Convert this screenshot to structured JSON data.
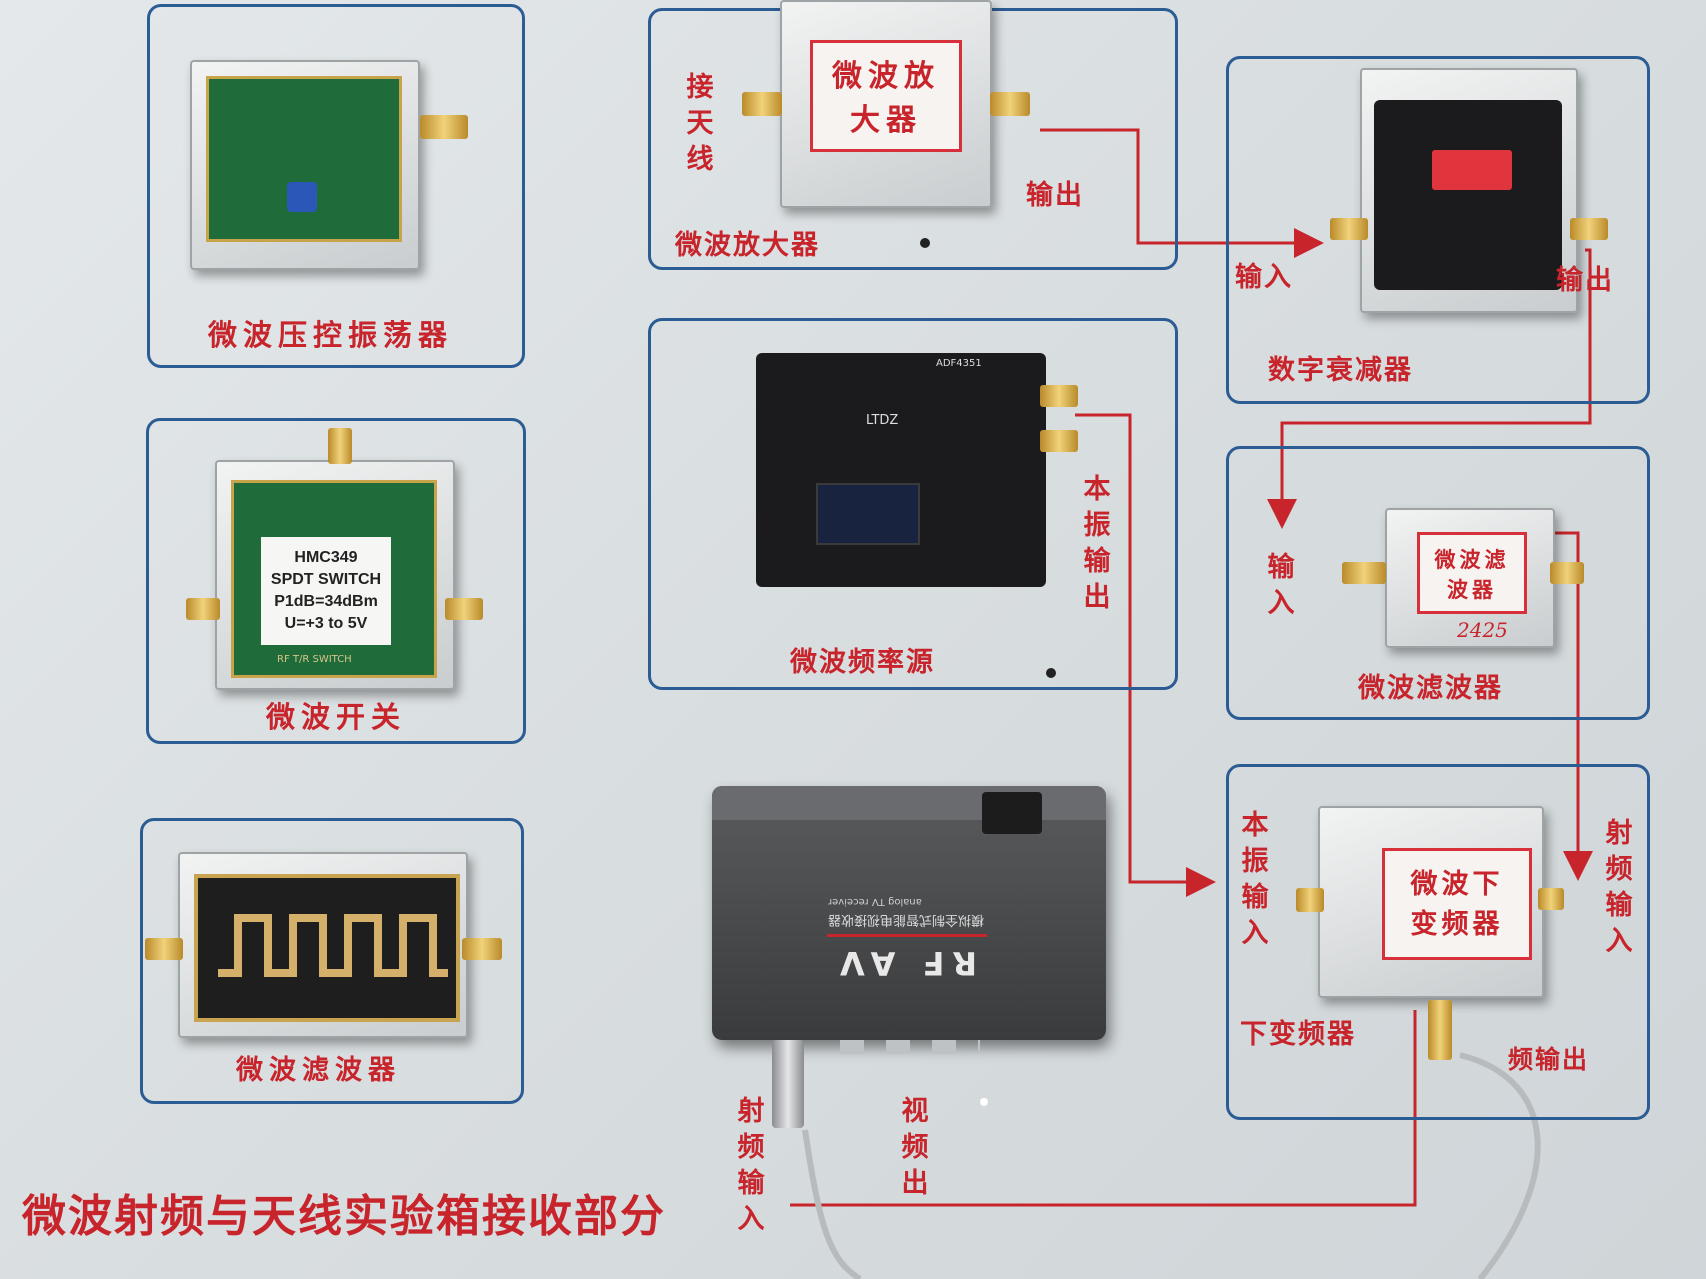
{
  "modules": {
    "vco": {
      "label": "微波压控振荡器"
    },
    "amplifier": {
      "label": "微波放大器",
      "plate": "微波放大器",
      "port_in": "接天线",
      "port_out": "输出"
    },
    "attenuator": {
      "label": "数字衰减器",
      "port_in": "输入",
      "port_out": "输出"
    },
    "switch": {
      "label": "微波开关",
      "card_lines": [
        "HMC349",
        "SPDT SWITCH",
        "P1dB=34dBm",
        "U=+3 to 5V"
      ],
      "pcb_text": "RF T/R SWITCH"
    },
    "synth": {
      "label": "微波频率源",
      "chip": "ADF4351",
      "board": "LTDZ",
      "port_out": "本振输出"
    },
    "filter_right": {
      "label": "微波滤波器",
      "plate": "微波滤波器",
      "port_in": "输入",
      "handwritten": "2425"
    },
    "filter_left": {
      "label": "微波滤波器"
    },
    "downconverter": {
      "label": "下变频器",
      "plate": "微波下变频器",
      "port_lo": "本振输入",
      "port_rf": "射频输入",
      "port_out": "频输出"
    },
    "receiver": {
      "brand": "RF AV",
      "text_cn": "模拟全制式智能电视接收器",
      "text_en": "analog TV receiver",
      "port_rf": "射频输入",
      "port_video": "视频出"
    }
  },
  "footer_title": "微波射频与天线实验箱接收部分",
  "colors": {
    "panel_border": "#2b5c93",
    "label_red": "#c8242b",
    "board": "#d9dee0"
  }
}
